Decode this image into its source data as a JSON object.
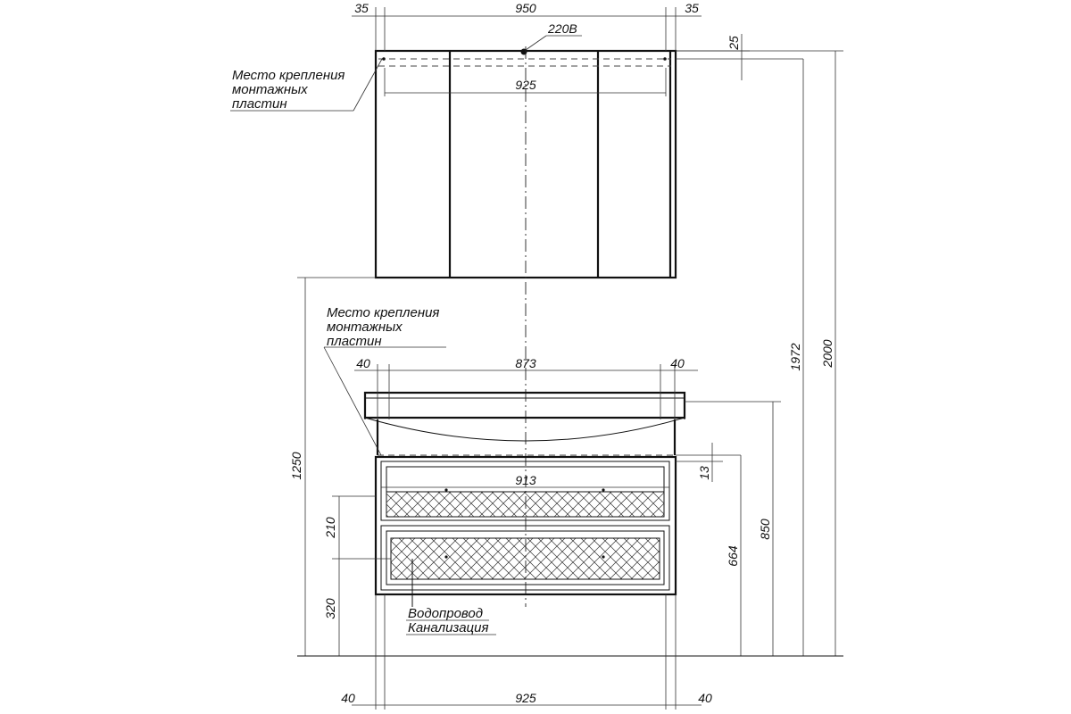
{
  "cabinet": {
    "dim_top_left": "35",
    "dim_top_mid": "950",
    "dim_top_right": "35",
    "socket": "220В",
    "dim_25": "25",
    "dim_925": "925",
    "mount_note": [
      "Место крепления",
      "монтажных",
      "пластин"
    ]
  },
  "vanity": {
    "mount_note": [
      "Место крепления",
      "монтажных",
      "пластин"
    ],
    "dim_40_left": "40",
    "dim_873": "873",
    "dim_40_right": "40",
    "dim_913": "913",
    "dim_13": "13",
    "dim_1250": "1250",
    "dim_210": "210",
    "dim_320": "320",
    "dim_664": "664",
    "dim_850": "850",
    "dim_1972": "1972",
    "dim_2000": "2000",
    "water_note": "Водопровод",
    "sewer_note": "Канализация",
    "dim_bottom_40_left": "40",
    "dim_bottom_925": "925",
    "dim_bottom_40_right": "40"
  }
}
